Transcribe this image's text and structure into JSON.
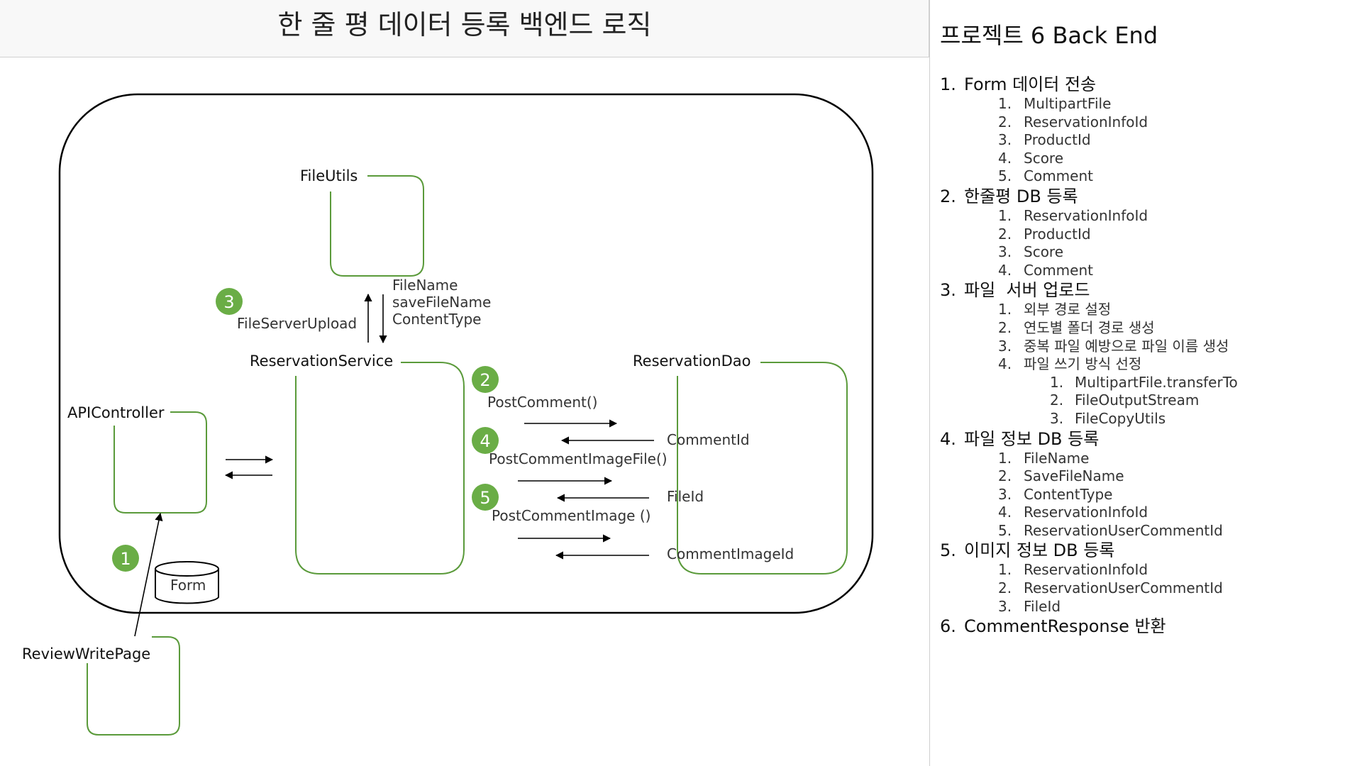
{
  "page_title": "한 줄 평 데이터 등록 백엔드 로직",
  "diagram": {
    "boxes": {
      "fileutils": "FileUtils",
      "reservation_service": "ReservationService",
      "reservation_dao": "ReservationDao",
      "api_controller": "APIController",
      "review_write_page": "ReviewWritePage",
      "form": "Form"
    },
    "labels": {
      "file_server_upload": "FileServerUpload",
      "file_fields": [
        "FileName",
        "saveFileName",
        "ContentType"
      ],
      "post_comment": "PostComment()",
      "comment_id": "CommentId",
      "post_comment_image_file": "PostCommentImageFile()",
      "file_id": "FileId",
      "post_comment_image": "PostCommentImage ()",
      "comment_image_id": "CommentImageId"
    },
    "step_badges": [
      "1",
      "2",
      "3",
      "4",
      "5"
    ],
    "colors": {
      "box_border": "#5a9a3a",
      "badge_fill": "#6aad46"
    }
  },
  "panel": {
    "title": "프로젝트 6 Back End",
    "sections": [
      {
        "num": "1.",
        "title": "Form 데이터 전송",
        "items": [
          {
            "num": "1.",
            "text": "MultipartFile"
          },
          {
            "num": "2.",
            "text": "ReservationInfoId"
          },
          {
            "num": "3.",
            "text": "ProductId"
          },
          {
            "num": "4.",
            "text": "Score"
          },
          {
            "num": "5.",
            "text": "Comment"
          }
        ]
      },
      {
        "num": "2.",
        "title": "한줄평 DB 등록",
        "items": [
          {
            "num": "1.",
            "text": "ReservationInfoId"
          },
          {
            "num": "2.",
            "text": "ProductId"
          },
          {
            "num": "3.",
            "text": "Score"
          },
          {
            "num": "4.",
            "text": "Comment"
          }
        ]
      },
      {
        "num": "3.",
        "title": "파일  서버 업로드",
        "items": [
          {
            "num": "1.",
            "text": "외부 경로 설정"
          },
          {
            "num": "2.",
            "text": "연도별 폴더 경로 생성"
          },
          {
            "num": "3.",
            "text": "중복 파일 예방으로 파일 이름 생성"
          },
          {
            "num": "4.",
            "text": "파일 쓰기 방식 선정",
            "subitems": [
              {
                "num": "1.",
                "text": "MultipartFile.transferTo"
              },
              {
                "num": "2.",
                "text": "FileOutputStream"
              },
              {
                "num": "3.",
                "text": "FileCopyUtils"
              }
            ]
          }
        ]
      },
      {
        "num": "4.",
        "title": "파일 정보 DB 등록",
        "items": [
          {
            "num": "1.",
            "text": "FileName"
          },
          {
            "num": "2.",
            "text": "SaveFileName"
          },
          {
            "num": "3.",
            "text": "ContentType"
          },
          {
            "num": "4.",
            "text": "ReservationInfoId"
          },
          {
            "num": "5.",
            "text": "ReservationUserCommentId"
          }
        ]
      },
      {
        "num": "5.",
        "title": "이미지 정보 DB 등록",
        "items": [
          {
            "num": "1.",
            "text": "ReservationInfoId"
          },
          {
            "num": "2.",
            "text": "ReservationUserCommentId"
          },
          {
            "num": "3.",
            "text": "FileId"
          }
        ]
      },
      {
        "num": "6.",
        "title": "CommentResponse 반환",
        "items": []
      }
    ]
  }
}
